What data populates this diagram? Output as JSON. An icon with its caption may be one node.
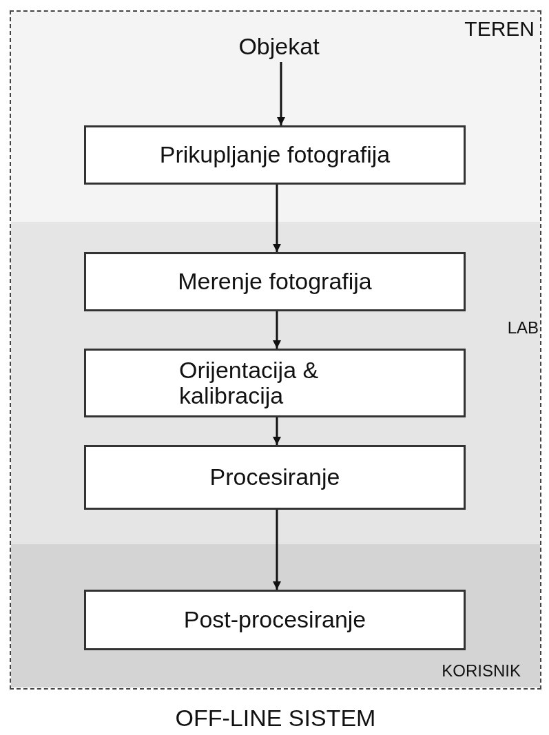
{
  "diagram": {
    "nodes": [
      {
        "text": [
          "OFF-LINE SISTEM"
        ]
      },
      {
        "text": [
          "TEREN"
        ],
        "in": 0
      },
      {
        "text": [
          "Objekat"
        ],
        "in": 1
      },
      {
        "text": [
          "Prikupljanje fotografija"
        ],
        "in": 1
      },
      {
        "text": [
          "LAB"
        ],
        "in": 0
      },
      {
        "text": [
          "Merenje fotografija"
        ],
        "in": 4
      },
      {
        "text": [
          "Orijentacija & kalibracija"
        ],
        "in": 4
      },
      {
        "text": [
          "Procesiranje"
        ],
        "in": 4
      },
      {
        "text": [
          "KORISNIK"
        ],
        "in": 0
      },
      {
        "text": [
          "Post-procesiranje"
        ],
        "in": 8
      }
    ],
    "edges": [
      {
        "from": 2,
        "to": 3,
        "arrow": "to"
      },
      {
        "from": 3,
        "to": 5,
        "arrow": "to"
      },
      {
        "from": 5,
        "to": 6,
        "arrow": "to"
      },
      {
        "from": 6,
        "to": 7,
        "arrow": "to"
      },
      {
        "from": 7,
        "to": 9,
        "arrow": "to"
      }
    ]
  }
}
